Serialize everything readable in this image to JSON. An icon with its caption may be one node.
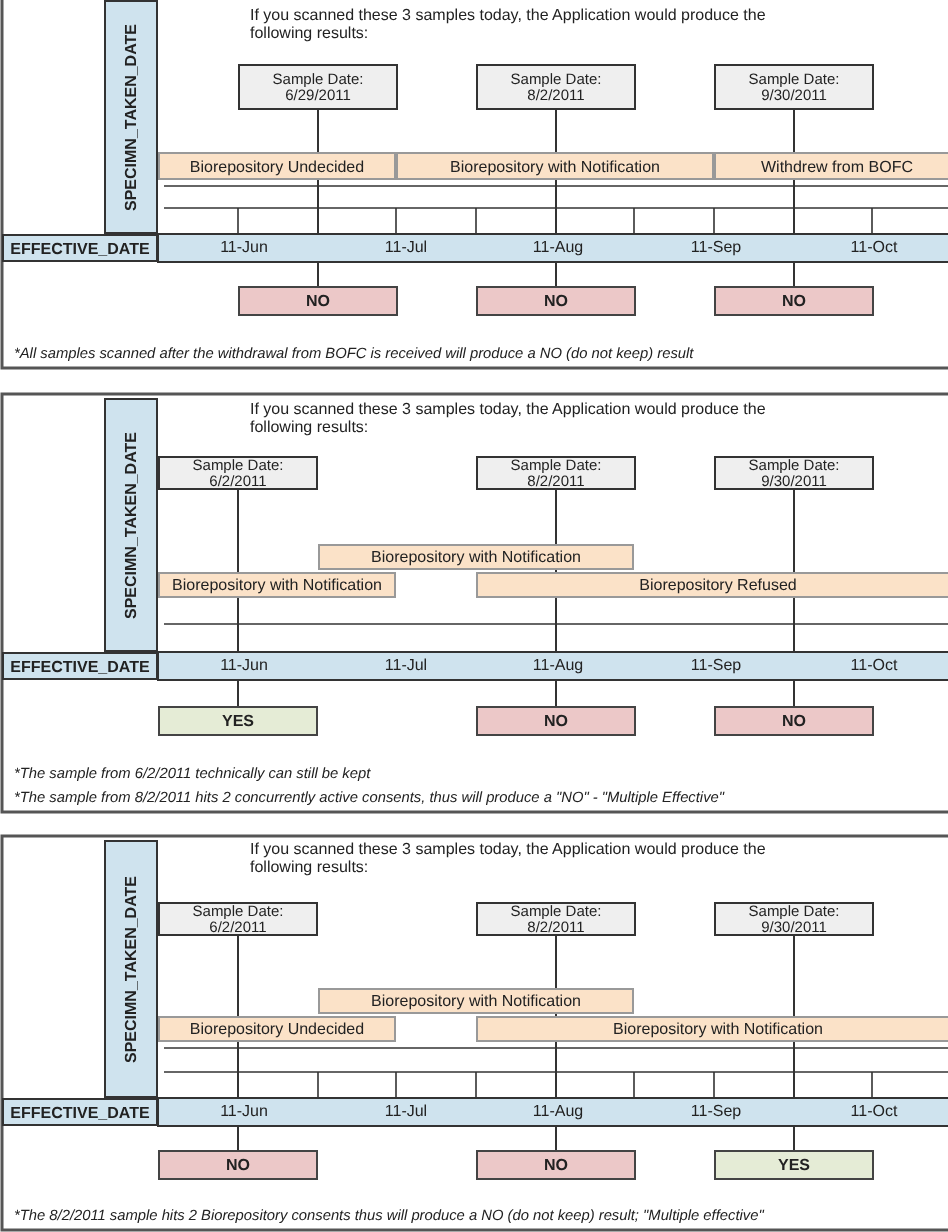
{
  "diagram": {
    "nodes": [
      {
        "text": [
          "SPECIMN_TAKEN_DATE"
        ]
      },
      {
        "text": [
          "Sample Date: 6/29/2011"
        ]
      },
      {
        "text": [
          "Sample Date: 8/2/2011"
        ]
      },
      {
        "text": [
          "Sample Date: 9/30/2011"
        ]
      },
      {
        "text": [
          "Biorepository Undecided"
        ]
      },
      {
        "text": [
          "Biorepository with Notification"
        ]
      },
      {
        "text": [
          "Withdrew from BOFC"
        ]
      },
      {
        "text": [
          "EFFECTIVE_DATE"
        ]
      },
      {
        "text": [
          "NO"
        ]
      },
      {
        "text": [
          "NO"
        ]
      },
      {
        "text": [
          "NO"
        ]
      },
      {
        "text": [
          "SPECIMN_TAKEN_DATE"
        ]
      },
      {
        "text": [
          "Sample Date: 6/2/2011"
        ]
      },
      {
        "text": [
          "Sample Date: 8/2/2011"
        ]
      },
      {
        "text": [
          "Sample Date: 9/30/2011"
        ]
      },
      {
        "text": [
          "Biorepository with Notification"
        ]
      },
      {
        "text": [
          "Biorepository with Notification"
        ]
      },
      {
        "text": [
          "Biorepository Refused"
        ]
      },
      {
        "text": [
          "EFFECTIVE_DATE"
        ]
      },
      {
        "text": [
          "YES"
        ]
      },
      {
        "text": [
          "NO"
        ]
      },
      {
        "text": [
          "NO"
        ]
      },
      {
        "text": [
          "SPECIMN_TAKEN_DATE"
        ]
      },
      {
        "text": [
          "Sample Date: 6/2/2011"
        ]
      },
      {
        "text": [
          "Sample Date: 8/2/2011"
        ]
      },
      {
        "text": [
          "Sample Date: 9/30/2011"
        ]
      },
      {
        "text": [
          "Biorepository with Notification"
        ]
      },
      {
        "text": [
          "Biorepository Undecided"
        ]
      },
      {
        "text": [
          "Biorepository with Notification"
        ]
      },
      {
        "text": [
          "EFFECTIVE_DATE"
        ]
      },
      {
        "text": [
          "NO"
        ]
      },
      {
        "text": [
          "NO"
        ]
      },
      {
        "text": [
          "YES"
        ]
      }
    ],
    "edges": [
      {
        "from": 1,
        "to": 8,
        "arrow": "none"
      },
      {
        "from": 2,
        "to": 9,
        "arrow": "none"
      },
      {
        "from": 3,
        "to": 10,
        "arrow": "none"
      },
      {
        "from": 12,
        "to": 19,
        "arrow": "none"
      },
      {
        "from": 13,
        "to": 20,
        "arrow": "none"
      },
      {
        "from": 14,
        "to": 21,
        "arrow": "none"
      },
      {
        "from": 23,
        "to": 30,
        "arrow": "none"
      },
      {
        "from": 24,
        "to": 31,
        "arrow": "none"
      },
      {
        "from": 25,
        "to": 32,
        "arrow": "none"
      }
    ],
    "labels": [
      "If you scanned these 3 samples today, the Application would produce the following results:",
      "11-Jun",
      "11-Jul",
      "11-Aug",
      "11-Sep",
      "11-Oct",
      "*All samples scanned after the withdrawal from BOFC is received will produce a NO (do not keep) result",
      "If you scanned these 3 samples today, the Application would produce the following results:",
      "11-Jun",
      "11-Jul",
      "11-Aug",
      "11-Sep",
      "11-Oct",
      "*The sample from 6/2/2011 technically can still be kept",
      "*The sample from 8/2/2011 hits 2 concurrently active consents, thus will produce a \"NO\" - \"Multiple Effective\"",
      "If you scanned these 3 samples today, the Application would produce the following results:",
      "11-Jun",
      "11-Jul",
      "11-Aug",
      "11-Sep",
      "11-Oct",
      "*The 8/2/2011 sample hits 2 Biorepository consents thus will produce a NO (do not keep) result; \"Multiple effective\""
    ]
  }
}
